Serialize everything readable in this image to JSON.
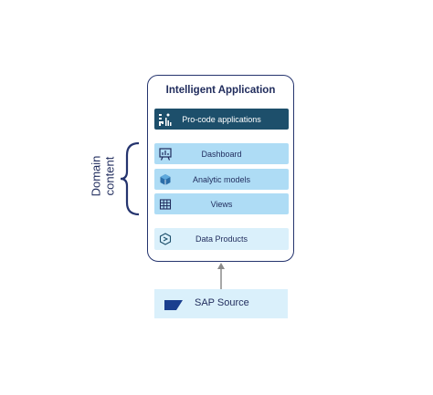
{
  "diagram": {
    "title": "Intelligent Application",
    "layers": [
      {
        "label": "Pro-code applications",
        "icon": "bar-chart-icon",
        "style": "dark"
      },
      {
        "label": "Dashboard",
        "icon": "presentation-board-icon",
        "style": "mid"
      },
      {
        "label": "Analytic models",
        "icon": "cube-icon",
        "style": "mid"
      },
      {
        "label": "Views",
        "icon": "table-icon",
        "style": "mid"
      },
      {
        "label": "Data Products",
        "icon": "data-cube-icon",
        "style": "light"
      }
    ],
    "bracket_label_line1": "Domain",
    "bracket_label_line2": "content",
    "source_label": "SAP Source",
    "source_icon": "sap-logo-icon"
  },
  "colors": {
    "border": "#25346e",
    "dark_row": "#1d4f6b",
    "mid_row": "#aedcf5",
    "light_row": "#daf0fb",
    "text": "#1f2b5c",
    "arrow": "#8a8a8a"
  }
}
